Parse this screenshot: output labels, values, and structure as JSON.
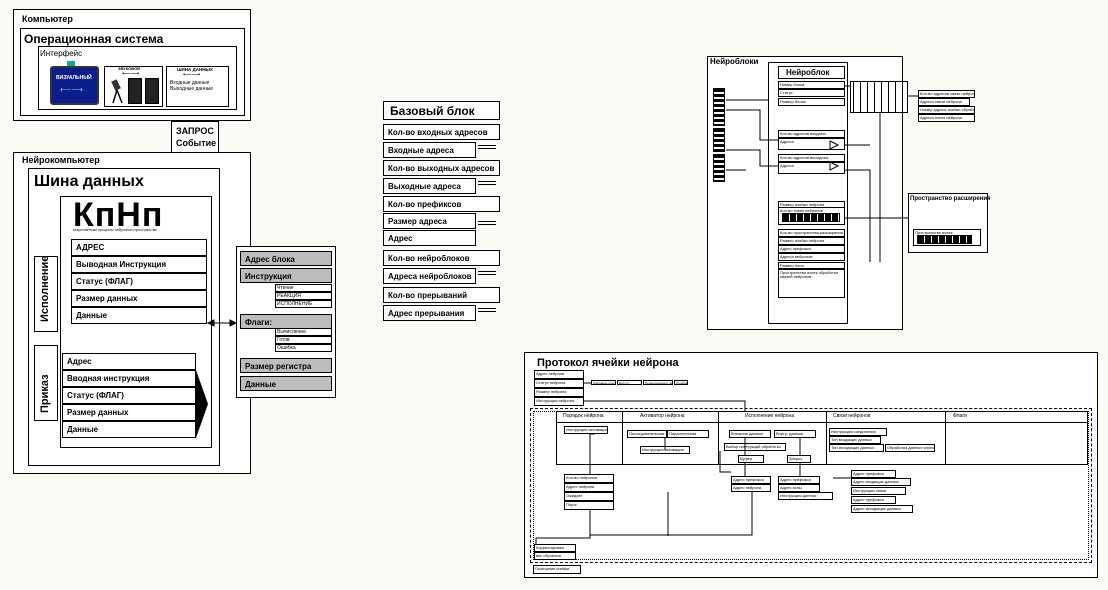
{
  "computer": {
    "title": "Компьютер",
    "os_title": "Операционная система",
    "interface_label": "Интерфейс",
    "visual_label": "ВИЗУАЛЬНЫЙ",
    "sound_label": "ЗВУКОВОЙ",
    "bus_label": "ШИНА ДАННЫХ",
    "bus_input": "Входные данные",
    "bus_output": "Выходные данные"
  },
  "request": {
    "line1": "ЗАПРОС",
    "line2": "Событие"
  },
  "neurocomputer": {
    "title": "Нейрокомпьютер",
    "bus_title": "Шина данных",
    "logo": "КпНп",
    "logo_sub": "искусственные процессы нейронного пространства",
    "exec_label": "Исполнение",
    "exec_rows": [
      "АДРЕС",
      "Выводная Инструкция",
      "Статус (ФЛАГ)",
      "Размер данных",
      "Данные"
    ],
    "order_label": "Приказ",
    "order_rows": [
      "Адрес",
      "Вводная инструкция",
      "Статус (ФЛАГ)",
      "Размер данных",
      "Данные"
    ]
  },
  "register": {
    "block_address": "Адрес блока",
    "instruction": "Инструкция",
    "instruction_items": [
      "Чтение",
      "РЕАКЦИЯ",
      "ИСПОЛНЕНИЕ"
    ],
    "flags": "Флаги:",
    "flag_items": [
      "Вычисление",
      "Готов",
      "Ошибка"
    ],
    "reg_size": "Размер регистра",
    "data": "Данные"
  },
  "base_block": {
    "title": "Базовый блок",
    "rows": [
      "Кол-во входных адресов",
      "Входные адреса",
      "Кол-во выходных адресов",
      "Выходные адреса",
      "Кол-во префиксов",
      "Размер адреса",
      "Адрес",
      "Кол-во нейроблоков",
      "Адреса нейроблоков",
      "Кол-во прерываний",
      "Адрес прерывания"
    ]
  },
  "neuroblocks": {
    "title": "Нейроблоки",
    "block_title": "Нейроблок",
    "fields_top": [
      "Номер блока",
      "Статус",
      "Размер блока"
    ],
    "field_in_count": "Кол-во адресов входных",
    "field_in_addr": "Адреса",
    "field_out_count": "Кол-во адресов выходных",
    "field_out_addr": "Адреса",
    "field_cell_size": "Размер ячейки нейрона",
    "field_cell_count": "Кол-во ячеек нейронов",
    "field_ext_count": "Кол-во пространства расширения",
    "field_node_size": "Размер ячейки нейрона",
    "field_prefix": "Адрес префикса",
    "field_neuron_addr": "Адреса нейронов",
    "field_fields": "Размер поля",
    "field_space": "Пространство ячеек обработки связей нейронов",
    "side_items": [
      "Кол-во адресов связи нейрона",
      "Адреса связи нейрона",
      "Номер адреса ячейки обработки",
      "Адреса ячеек нейрона"
    ],
    "ext_title": "Пространство расширения",
    "ext_field": "Пространство ячеек"
  },
  "protocol": {
    "title": "Протокол ячейки нейрона",
    "top_rows": [
      "Адрес нейрона",
      "Статус нейрона",
      "Размер нейрона",
      "Инструкция нейрона"
    ],
    "status_items": [
      "Ожидание ответа",
      "Доступ",
      "Переключение в пассив",
      "Ошибка"
    ],
    "sections": [
      "Порядок нейрона",
      "Активатор нейрона",
      "Исполнение нейрона",
      "Связи нейронов",
      "Флаги"
    ],
    "sub_order": "Инструкция активации",
    "sub_act": [
      "Последовательная",
      "Параллельная"
    ],
    "sub_act2": "Инструкция активации",
    "sub_exec": [
      "Внешние данные",
      "Внутр. данные"
    ],
    "sub_exec2": "Выбор инструкций обработки",
    "sub_links": [
      "Инструкция соединения",
      "Тип входящих данных",
      "Тип исходящих данных"
    ],
    "sub_links_note": "Обработка данных через буфер",
    "tags": [
      "Буфер",
      "Запрос"
    ],
    "left_list": [
      "Кол-во нейронов",
      "Адрес нейрона",
      "Ожидает",
      "Порог"
    ],
    "mid_list1": [
      "Адрес префикса",
      "Адрес нейрона"
    ],
    "mid_list2": [
      "Адрес префикса",
      "Адрес зоны",
      "Инструкция данных"
    ],
    "right_list": [
      "Адрес префикса",
      "Адрес входящих данных",
      "Инструкция связи",
      "Адрес префикса",
      "Адрес исходящих данных"
    ],
    "bottom_items": [
      "Корректировка",
      "вес обучения"
    ],
    "footer": "Окончание ячейки"
  }
}
